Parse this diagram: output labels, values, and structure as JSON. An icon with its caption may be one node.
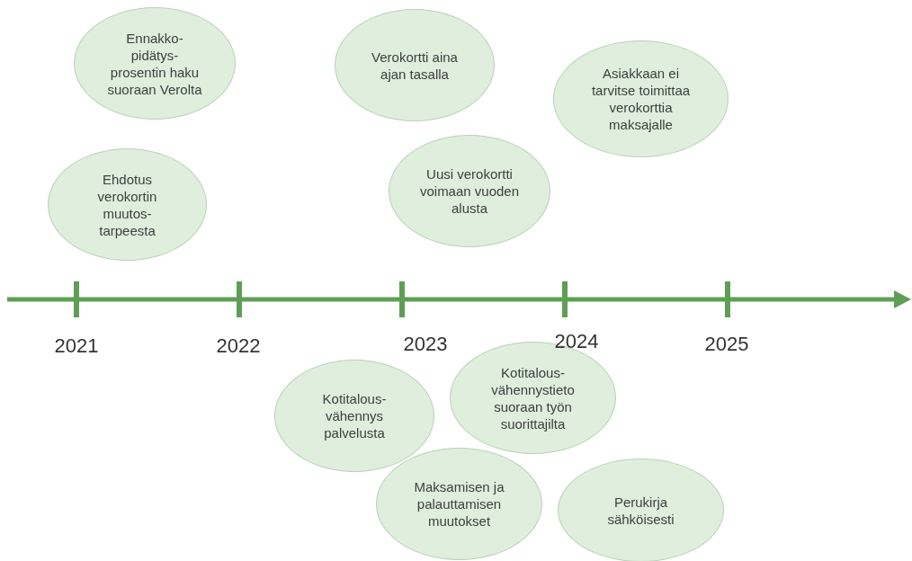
{
  "diagram": {
    "nodes": [
      {
        "text": [
          "Ennakko- pidätys- prosentin haku suoraan Verolta"
        ]
      },
      {
        "text": [
          "Verokortti aina ajan tasalla"
        ]
      },
      {
        "text": [
          "Asiakkaan ei tarvitse toimittaa verokorttia maksajalle"
        ]
      },
      {
        "text": [
          "Ehdotus verokortin muutos- tarpeesta"
        ]
      },
      {
        "text": [
          "Uusi verokortti voimaan vuoden alusta"
        ]
      },
      {
        "text": [
          "Kotitalous- vähennys palvelusta"
        ]
      },
      {
        "text": [
          "Kotitalous- vähennystieto suoraan työn suorittajilta"
        ]
      },
      {
        "text": [
          "Maksamisen ja palauttamisen muutokset"
        ]
      },
      {
        "text": [
          "Perukirja sähköisesti"
        ]
      }
    ],
    "labels": [
      "2021",
      "2022",
      "2023",
      "2024",
      "2025"
    ]
  }
}
